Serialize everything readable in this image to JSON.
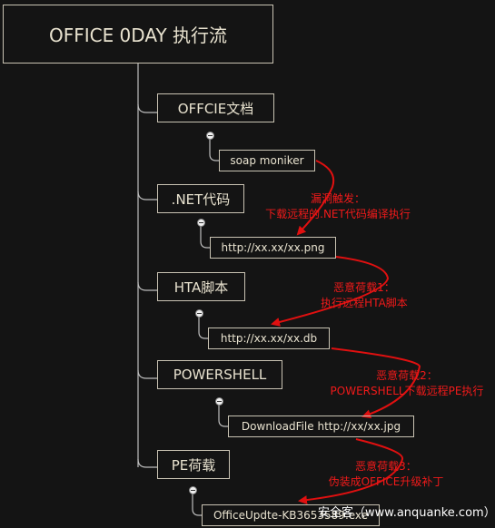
{
  "root": {
    "title": "OFFICE 0DAY 执行流"
  },
  "steps": [
    {
      "title": "OFFCIE文档",
      "detail": "soap moniker"
    },
    {
      "title": ".NET代码",
      "detail": "http://xx.xx/xx.png"
    },
    {
      "title": "HTA脚本",
      "detail": "http://xx.xx/xx.db"
    },
    {
      "title": "POWERSHELL",
      "detail": "DownloadFile http://xx/xx.jpg"
    },
    {
      "title": "PE荷载",
      "detail": "OfficeUpdte-KB3653589.exe"
    }
  ],
  "annotations": [
    {
      "line1": "漏洞触发：",
      "line2": "下载远程的.NET代码编译执行"
    },
    {
      "line1": "恶意荷载1：",
      "line2": "执行远程HTA脚本"
    },
    {
      "line1": "恶意荷载2：",
      "line2": "POWERSHELL下载远程PE执行"
    },
    {
      "line1": "恶意荷载3：",
      "line2": "伪装成OFFICE升级补丁"
    }
  ],
  "watermark": "安全客（www.anquanke.com）",
  "colors": {
    "background": "#141414",
    "node_border": "#c9c3b3",
    "text": "#e8e2cf",
    "arrow": "#e01010",
    "lines": "#bdbdbd"
  }
}
